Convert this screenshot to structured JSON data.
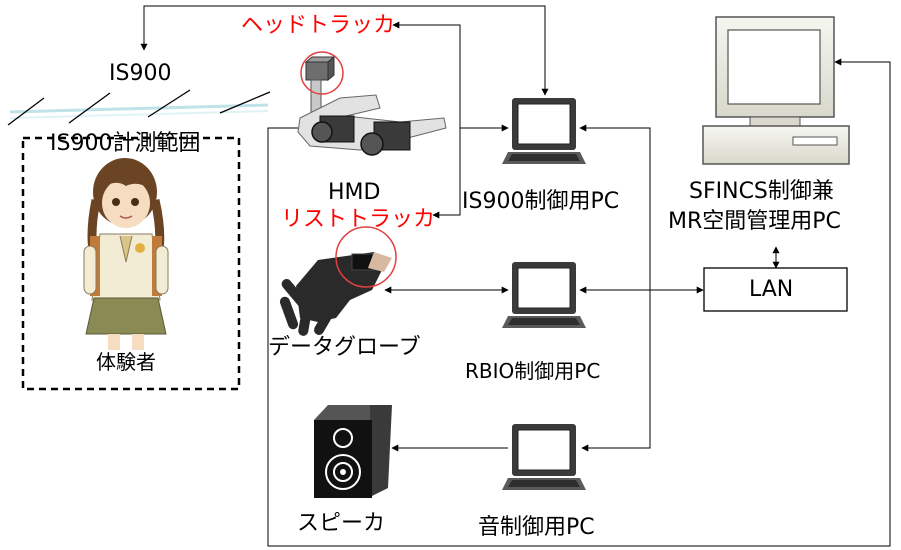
{
  "labels": {
    "is900": "IS900",
    "is900_range": "IS900計測範囲",
    "participant": "体験者",
    "head_tracker": "ヘッドトラッカ",
    "hmd": "HMD",
    "wrist_tracker": "リストトラッカ",
    "data_glove": "データグローブ",
    "speaker": "スピーカ",
    "is900_pc": "IS900制御用PC",
    "rbio_pc": "RBIO制御用PC",
    "sound_pc": "音制御用PC",
    "sfincs_pc_line1": "SFINCS制御兼",
    "sfincs_pc_line2": "MR空間管理用PC",
    "lan": "LAN"
  },
  "colors": {
    "tracker_label": "#ff0000",
    "line": "#000000"
  }
}
